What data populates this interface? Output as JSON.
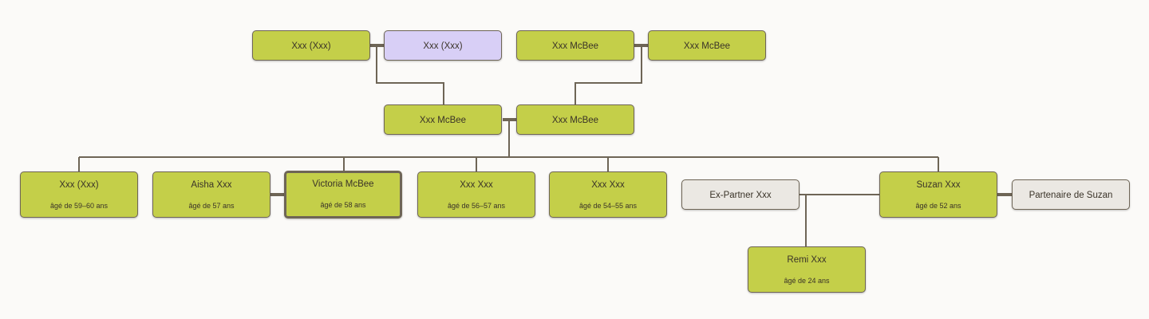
{
  "people": {
    "gp1": {
      "name": "Xxx (Xxx)"
    },
    "gp2": {
      "name": "Xxx (Xxx)"
    },
    "gp3": {
      "name": "Xxx McBee"
    },
    "gp4": {
      "name": "Xxx McBee"
    },
    "p1": {
      "name": "Xxx McBee"
    },
    "p2": {
      "name": "Xxx McBee"
    },
    "c1": {
      "name": "Xxx (Xxx)",
      "age": "âgé de 59–60 ans"
    },
    "aisha": {
      "name": "Aisha Xxx",
      "age": "âgé de 57 ans"
    },
    "victoria": {
      "name": "Victoria McBee",
      "age": "âgé de 58 ans"
    },
    "c4": {
      "name": "Xxx Xxx",
      "age": "âgé de 56–57 ans"
    },
    "c5": {
      "name": "Xxx Xxx",
      "age": "âgé de 54–55 ans"
    },
    "expartner": {
      "name": "Ex-Partner Xxx"
    },
    "suzan": {
      "name": "Suzan Xxx",
      "age": "âgé de 52 ans"
    },
    "suzan_partner": {
      "name": "Partenaire de Suzan"
    },
    "remi": {
      "name": "Remi Xxx",
      "age": "âgé de 24 ans"
    }
  },
  "colors": {
    "background": "#fbfaf8",
    "person_fill": "#c4cf49",
    "purple_fill": "#d8cff6",
    "gray_fill": "#ebe8e3",
    "line": "#6e6556"
  }
}
